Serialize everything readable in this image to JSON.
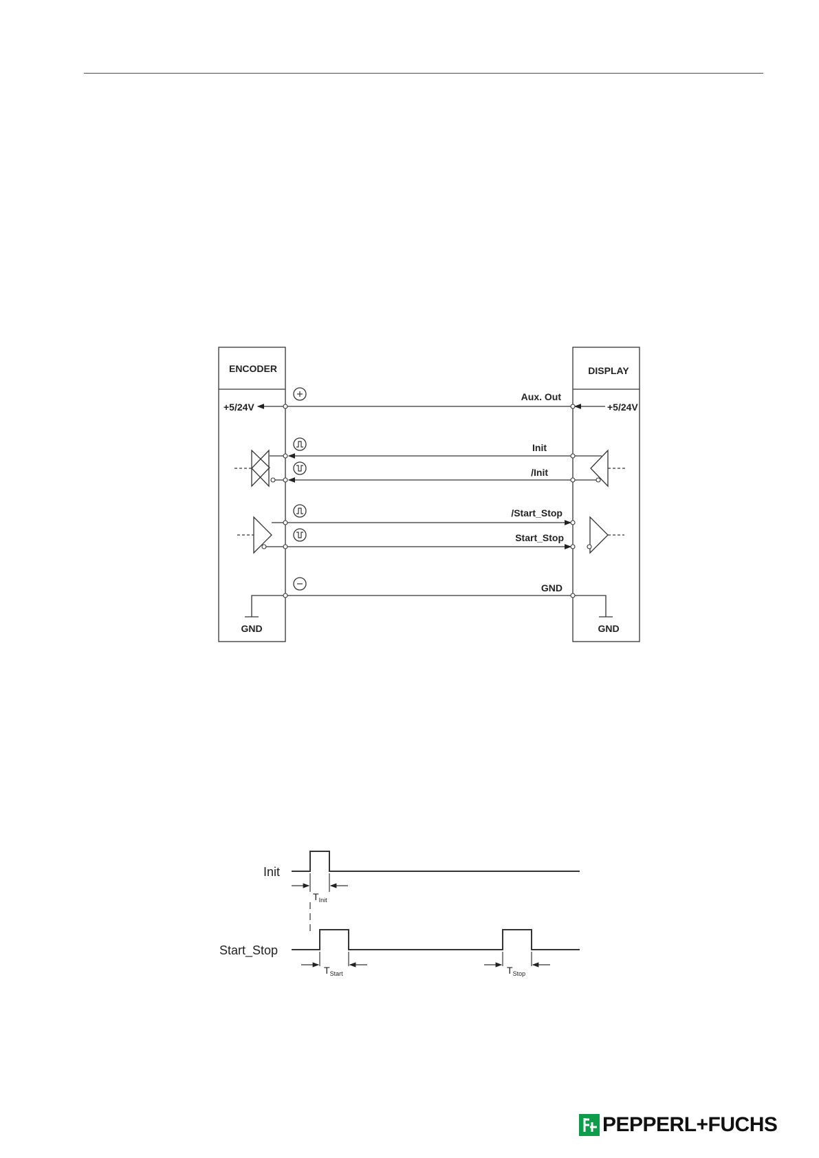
{
  "wiring_diagram": {
    "encoder_label": "ENCODER",
    "display_label": "DISPLAY",
    "encoder_supply": "+5/24V",
    "display_supply": "+5/24V",
    "aux_out": "Aux. Out",
    "init": "Init",
    "init_inv": "/Init",
    "start_stop_inv": "/Start_Stop",
    "start_stop": "Start_Stop",
    "gnd_line": "GND",
    "encoder_gnd": "GND",
    "display_gnd": "GND"
  },
  "timing_diagram": {
    "init_label": "Init",
    "start_stop_label": "Start_Stop",
    "t_init": "T",
    "t_init_sub": "Init",
    "t_start": "T",
    "t_start_sub": "Start",
    "t_stop": "T",
    "t_stop_sub": "Stop"
  },
  "footer": {
    "brand": "PEPPERL+FUCHS",
    "brand_color": "#0d9c4a"
  }
}
